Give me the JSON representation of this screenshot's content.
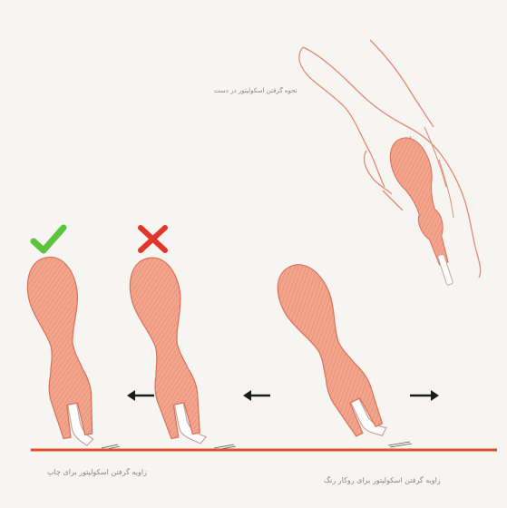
{
  "annotations": {
    "top_note": "نحوه گرفتن اسکولپتور در دست",
    "caption_left": "زاویه گرفتن اسکولپتور برای چاپ",
    "caption_right": "زاویه گرفتن اسکولپتور برای روکار رنگ"
  },
  "marks": {
    "correct": "checkmark-icon",
    "wrong": "cross-icon"
  },
  "colors": {
    "background": "#f6f5f2",
    "handle_fill": "#f2a58c",
    "handle_stroke": "#d9715a",
    "hand_outline": "#e48a74",
    "blade_fill": "#ffffff",
    "blade_stroke": "#c9a4a0",
    "ground_line": "#e0502c",
    "check": "#5cc33d",
    "cross": "#e2362a",
    "arrow": "#1b1b1b"
  }
}
